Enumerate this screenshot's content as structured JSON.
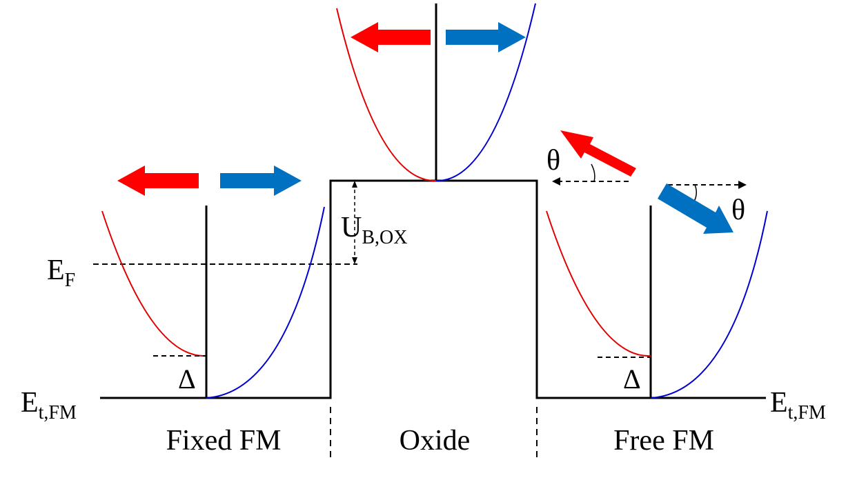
{
  "labels": {
    "et_left_main": "E",
    "et_left_sub": "t,FM",
    "et_right_main": "E",
    "et_right_sub": "t,FM",
    "ef_main": "E",
    "ef_sub": "F",
    "ub_main": "U",
    "ub_sub": "B,OX",
    "delta_left": "Δ",
    "delta_right": "Δ",
    "theta_left": "θ",
    "theta_right": "θ",
    "region_fixed": "Fixed FM",
    "region_oxide": "Oxide",
    "region_free": "Free FM"
  },
  "colors": {
    "spin_up": "#ff0000",
    "spin_down": "#0070c0",
    "band_up": "#e00000",
    "band_down": "#0000d0",
    "line": "#000000"
  }
}
